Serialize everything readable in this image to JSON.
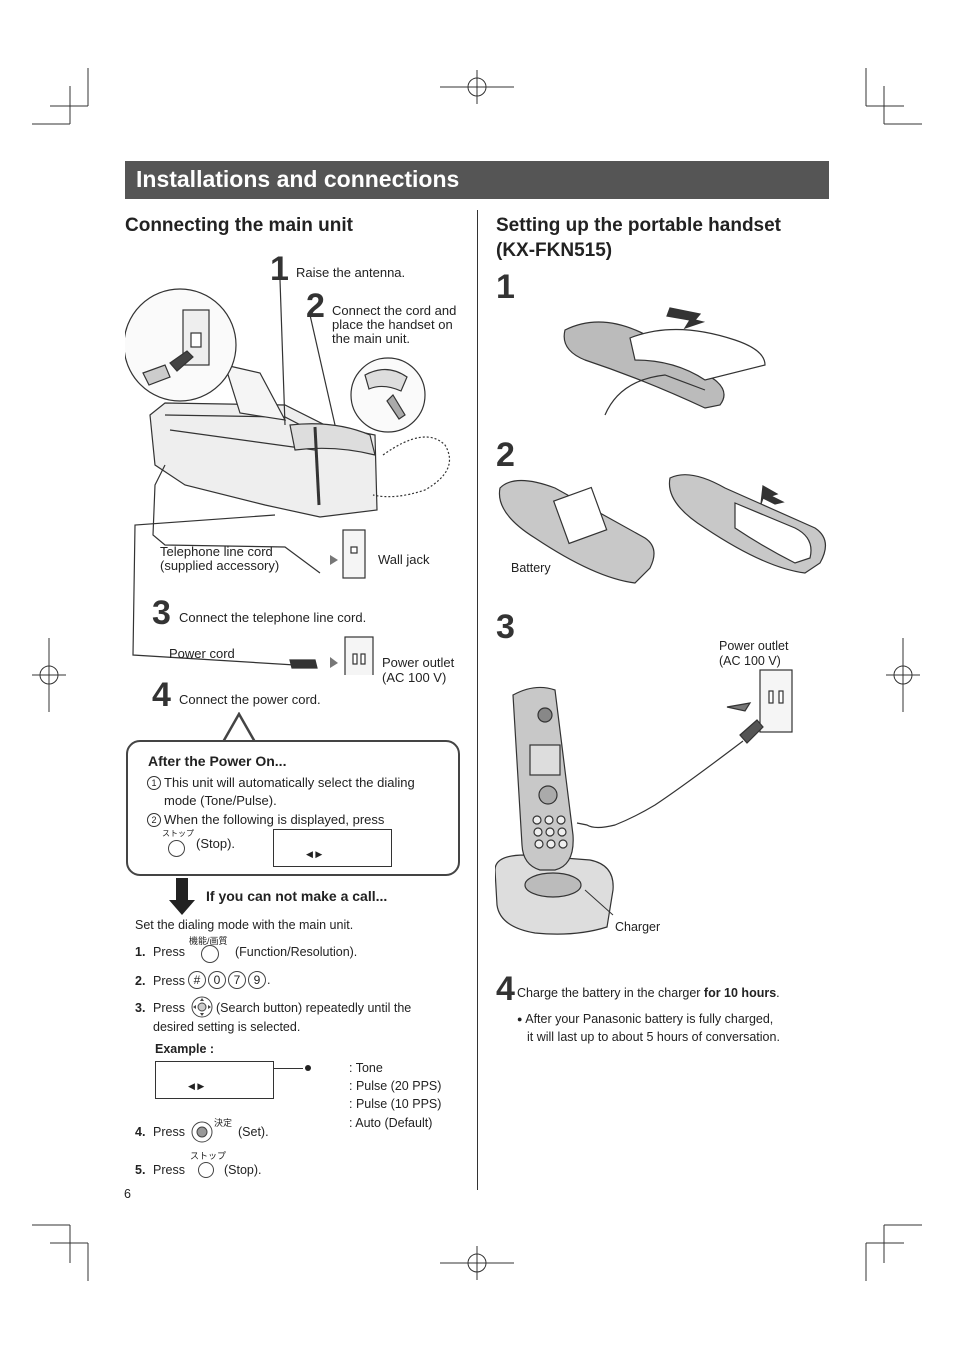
{
  "banner": {
    "title": "Installations and connections"
  },
  "left": {
    "heading": "Connecting the main unit",
    "steps": [
      {
        "num": "1",
        "text": "Raise the antenna."
      },
      {
        "num": "2",
        "line1": "Connect the cord and",
        "line2": "place the handset on",
        "line3": "the main unit."
      },
      {
        "num": "3",
        "text": "Connect the telephone line cord."
      },
      {
        "num": "4",
        "text": "Connect the power cord."
      }
    ],
    "labels": {
      "tel_line1": "Telephone line cord",
      "tel_line2": "(supplied accessory)",
      "wall_jack": "Wall jack",
      "power_cord": "Power cord",
      "outlet1": "Power outlet",
      "outlet2": "(AC 100 V)"
    },
    "after_power": {
      "title": "After the Power On...",
      "item1_num": "1",
      "item1_line1": "This unit will automatically select the dialing",
      "item1_line2": "mode (Tone/Pulse).",
      "item2_num": "2",
      "item2_line1": "When the following is displayed, press",
      "item2_key_label": "ストップ",
      "item2_line2": "(Stop).",
      "lcd_arrows": "◀ ▶"
    },
    "cannot_call": {
      "title": "If you can not make a call...",
      "intro": "Set the dialing mode with the main unit.",
      "s1_num": "1.",
      "s1_press": "Press",
      "s1_key": "機能/画質",
      "s1_text": "(Function/Resolution).",
      "s2_num": "2.",
      "s2_press": "Press",
      "s2_keys": [
        "#",
        "0",
        "7",
        "9"
      ],
      "s2_end": ".",
      "s3_num": "3.",
      "s3_press": "Press",
      "s3_line1": "(Search button) repeatedly until the",
      "s3_line2": "desired setting is selected.",
      "example": "Example :",
      "example_arrows": "◀ ▶",
      "options": [
        ": Tone",
        ": Pulse (20 PPS)",
        ": Pulse (10 PPS)",
        ": Auto (Default)"
      ],
      "s4_num": "4.",
      "s4_press": "Press",
      "s4_key": "決定",
      "s4_text": "(Set).",
      "s5_num": "5.",
      "s5_press": "Press",
      "s5_key": "ストップ",
      "s5_text": "(Stop)."
    },
    "page_number": "6"
  },
  "right": {
    "heading_line1": "Setting up the portable handset",
    "heading_line2": "(KX-FKN515)",
    "step_nums": [
      "1",
      "2",
      "3",
      "4"
    ],
    "battery_label": "Battery",
    "outlet1": "Power outlet",
    "outlet2": "(AC 100 V)",
    "charger_label": "Charger",
    "step4_text": "Charge the battery in the charger ",
    "step4_bold": "for 10 hours",
    "step4_end": ".",
    "bullet_line1": "After your Panasonic battery is fully charged,",
    "bullet_line2": "it will last up to about 5 hours of conversation."
  }
}
